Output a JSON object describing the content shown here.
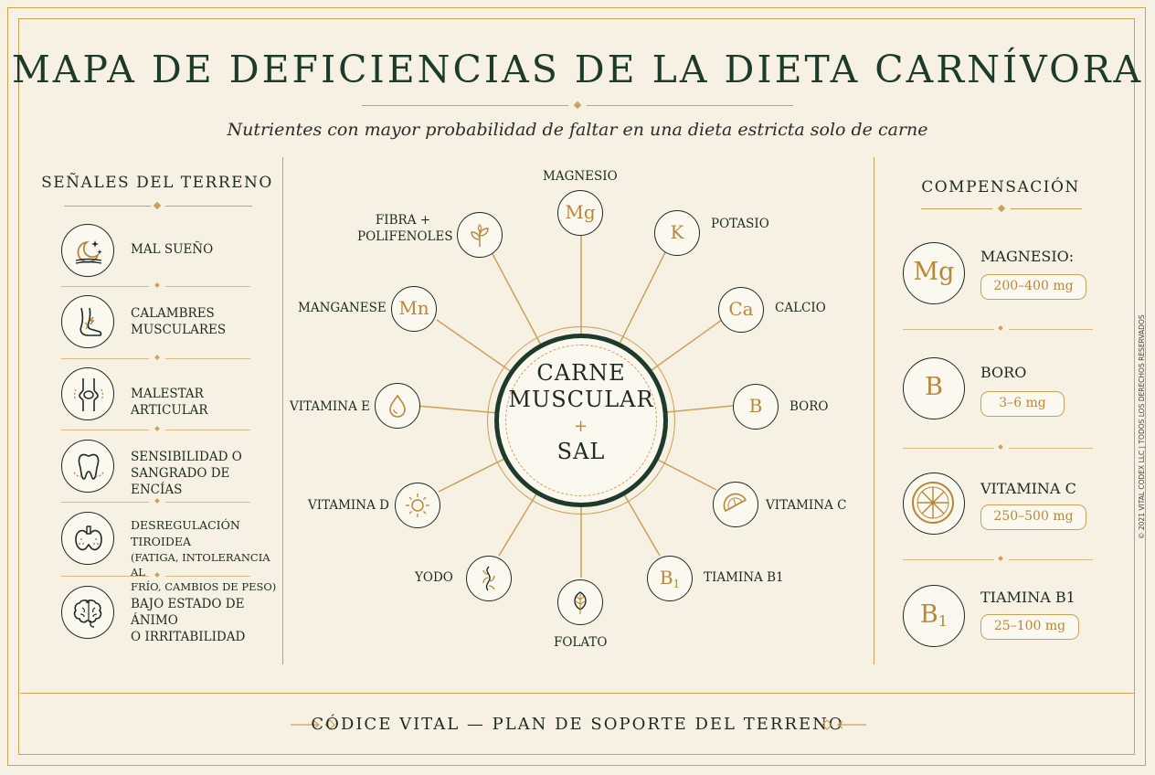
{
  "title": "MAPA DE DEFICIENCIAS DE LA DIETA CARNÍVORA",
  "subtitle": "Nutrientes con mayor probabilidad de faltar en una dieta estricta solo de carne",
  "left_panel": {
    "heading": "SEÑALES DEL TERRENO",
    "items": [
      {
        "icon": "moon-stars-icon",
        "line1": "MAL SUEÑO",
        "line2": "",
        "detail1": "",
        "detail2": ""
      },
      {
        "icon": "leg-cramp-icon",
        "line1": "CALAMBRES",
        "line2": "MUSCULARES",
        "detail1": "",
        "detail2": ""
      },
      {
        "icon": "knee-joint-icon",
        "line1": "MALESTAR ARTICULAR",
        "line2": "",
        "detail1": "",
        "detail2": ""
      },
      {
        "icon": "tooth-icon",
        "line1": "SENSIBILIDAD O",
        "line2": "SANGRADO DE ENCÍAS",
        "detail1": "",
        "detail2": ""
      },
      {
        "icon": "thyroid-icon",
        "line1": "DESREGULACIÓN TIROIDEA",
        "line2": "",
        "detail1": "(FATIGA, INTOLERANCIA AL",
        "detail2": "FRÍO, CAMBIOS DE PESO)"
      },
      {
        "icon": "brain-icon",
        "line1": "BAJO ESTADO DE ÁNIMO",
        "line2": "O IRRITABILIDAD",
        "detail1": "",
        "detail2": ""
      }
    ]
  },
  "center": {
    "line1": "CARNE",
    "line2": "MUSCULAR",
    "plus": "+",
    "line3": "SAL",
    "nodes": [
      {
        "id": "magnesio",
        "symbol": "Mg",
        "label": "MAGNESIO",
        "label2": ""
      },
      {
        "id": "potasio",
        "symbol": "K",
        "label": "POTASIO",
        "label2": ""
      },
      {
        "id": "calcio",
        "symbol": "Ca",
        "label": "CALCIO",
        "label2": ""
      },
      {
        "id": "boro",
        "symbol": "B",
        "label": "BORO",
        "label2": ""
      },
      {
        "id": "vitamina-c",
        "symbol": "",
        "icon": "lemon-slice-icon",
        "label": "VITAMINA C",
        "label2": ""
      },
      {
        "id": "tiamina",
        "symbol": "B",
        "sub": "1",
        "label": "TIAMINA B1",
        "label2": ""
      },
      {
        "id": "folato",
        "symbol": "",
        "icon": "leaf-icon",
        "label": "FOLATO",
        "label2": ""
      },
      {
        "id": "yodo",
        "symbol": "",
        "icon": "seaweed-icon",
        "label": "YODO",
        "label2": ""
      },
      {
        "id": "vitamina-d",
        "symbol": "",
        "icon": "sun-icon",
        "label": "VITAMINA D",
        "label2": ""
      },
      {
        "id": "vitamina-e",
        "symbol": "",
        "icon": "drop-icon",
        "label": "VITAMINA E",
        "label2": ""
      },
      {
        "id": "manganese",
        "symbol": "Mn",
        "label": "MANGANESE",
        "label2": ""
      },
      {
        "id": "fibra",
        "symbol": "",
        "icon": "plant-icon",
        "label": "FIBRA +",
        "label2": "POLIFENOLES"
      }
    ]
  },
  "right_panel": {
    "heading": "COMPENSACIÓN",
    "items": [
      {
        "symbol": "Mg",
        "sub": "",
        "name": "MAGNESIO:",
        "dose": "200–400 mg"
      },
      {
        "symbol": "B",
        "sub": "",
        "name": "BORO",
        "dose": "3–6 mg"
      },
      {
        "symbol": "",
        "sub": "",
        "icon": "citrus-icon",
        "name": "VITAMINA C",
        "dose": "250–500 mg"
      },
      {
        "symbol": "B",
        "sub": "1",
        "name": "TIAMINA B1",
        "dose": "25–100 mg"
      }
    ]
  },
  "footer": "CÓDICE VITAL — PLAN DE SOPORTE DEL TERRENO",
  "side_note": "© 2021 VITAL CODEX LLC | TODOS LOS DERECHOS RESERVADOS",
  "colors": {
    "gold": "#c9a15b",
    "dark_green": "#1d3a2a",
    "background": "#f6f1e3",
    "ink": "#1e2a22",
    "symbol_gold": "#b8873a"
  }
}
